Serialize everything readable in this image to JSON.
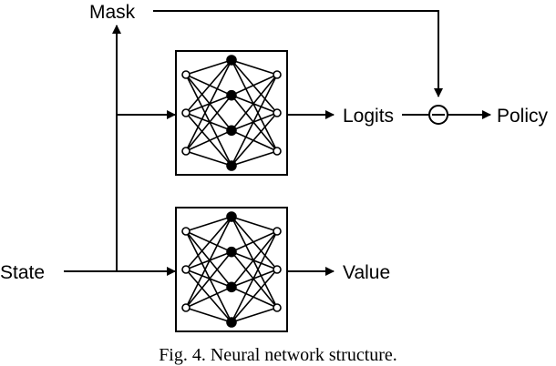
{
  "diagram": {
    "labels": {
      "mask": "Mask",
      "state": "State",
      "logits": "Logits",
      "policy": "Policy",
      "value": "Value"
    },
    "caption": "Fig. 4. Neural network structure.",
    "networks": [
      {
        "id": "policy-network",
        "layers": [
          3,
          4,
          3
        ]
      },
      {
        "id": "value-network",
        "layers": [
          3,
          4,
          3
        ]
      }
    ],
    "operator_symbol": "minus"
  }
}
